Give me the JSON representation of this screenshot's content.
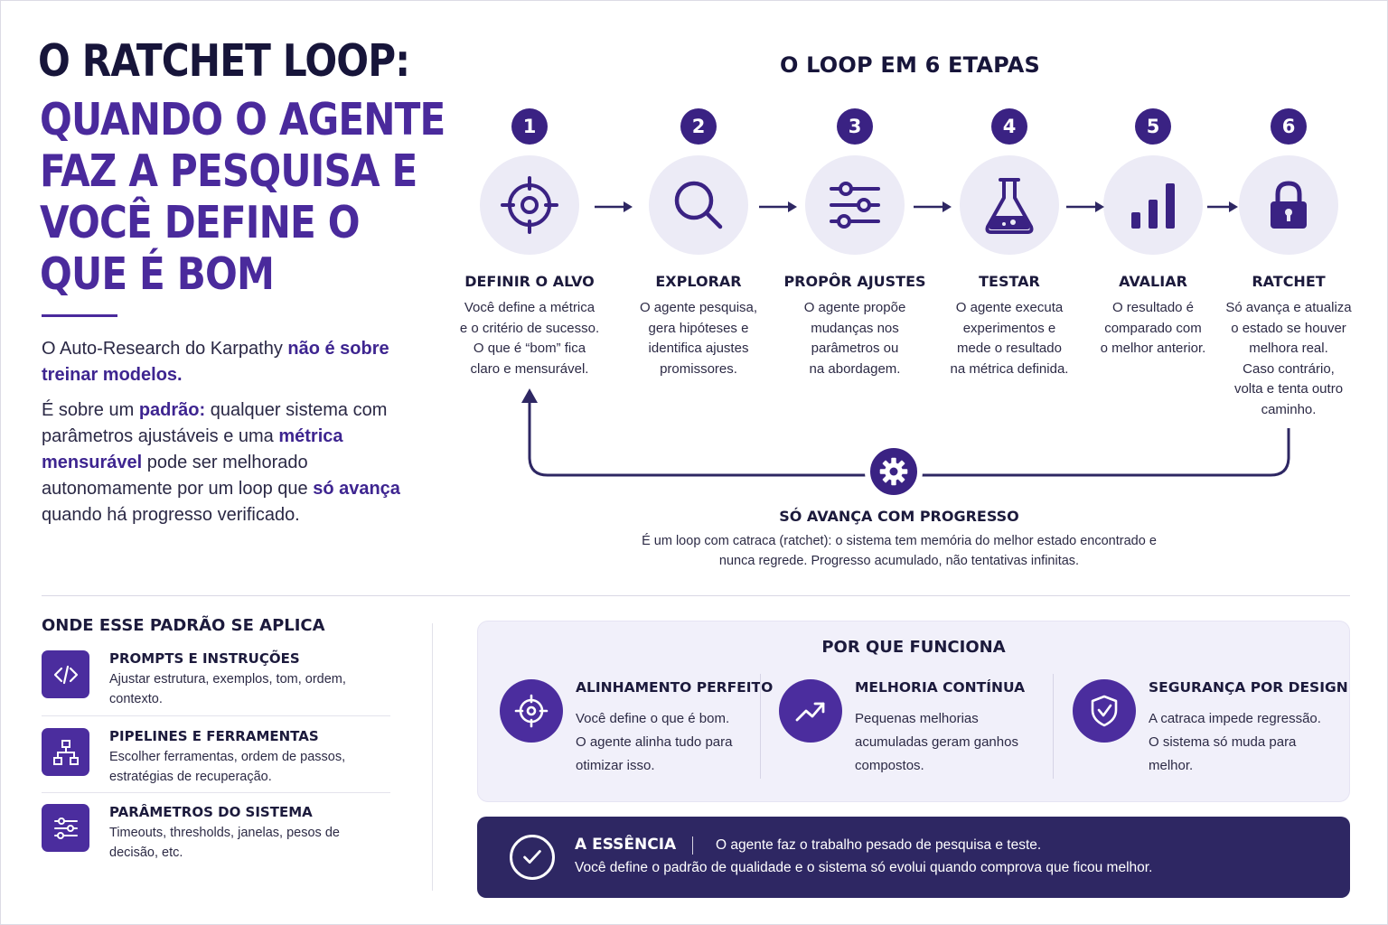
{
  "title": {
    "main": "O RATCHET LOOP:",
    "sub_lines": [
      "QUANDO O AGENTE",
      "FAZ A PESQUISA E",
      "VOCÊ DEFINE O",
      "QUE É BOM"
    ]
  },
  "intro": {
    "p1_a": "O Auto-Research do Karpathy ",
    "p1_b": "não é sobre treinar modelos.",
    "p2_a": "É sobre um ",
    "p2_b": "padrão:",
    "p2_c": " qualquer sistema com parâmetros ajustáveis e uma ",
    "p2_d": "métrica mensurável",
    "p2_e": " pode ser melhorado autonomamente por um loop que ",
    "p2_f": "só avança",
    "p2_g": " quando há progresso verificado."
  },
  "loop": {
    "title": "O LOOP EM 6 ETAPAS",
    "steps": [
      {
        "num": "1",
        "name": "DEFINIR O ALVO",
        "icon": "target-icon",
        "desc": "Você define a métrica\ne o critério de sucesso.\nO que é “bom” fica\nclaro e mensurável."
      },
      {
        "num": "2",
        "name": "EXPLORAR",
        "icon": "search-icon",
        "desc": "O agente pesquisa,\ngera hipóteses e\nidentifica ajustes\npromissores."
      },
      {
        "num": "3",
        "name": "PROPÔR AJUSTES",
        "icon": "sliders-icon",
        "desc": "O agente propõe\nmudanças nos\nparâmetros ou\nna abordagem."
      },
      {
        "num": "4",
        "name": "TESTAR",
        "icon": "flask-icon",
        "desc": "O agente executa\nexperimentos e\nmede o resultado\nna métrica definida."
      },
      {
        "num": "5",
        "name": "AVALIAR",
        "icon": "bar-chart-icon",
        "desc": "O resultado é\ncomparado com\no melhor anterior."
      },
      {
        "num": "6",
        "name": "RATCHET",
        "icon": "lock-icon",
        "desc": "Só avança e atualiza\no estado se houver\nmelhora real.\nCaso contrário,\nvolta e tenta outro\ncaminho."
      }
    ],
    "progress_title": "SÓ AVANÇA COM PROGRESSO",
    "progress_desc": "É um loop com catraca (ratchet): o sistema tem memória do melhor estado encontrado e nunca regrede. Progresso acumulado, não tentativas infinitas."
  },
  "applications": {
    "title": "ONDE ESSE PADRÃO SE APLICA",
    "items": [
      {
        "name": "PROMPTS E INSTRUÇÕES",
        "desc": "Ajustar estrutura, exemplos, tom, ordem, contexto.",
        "icon": "code-icon"
      },
      {
        "name": "PIPELINES E FERRAMENTAS",
        "desc": "Escolher ferramentas, ordem de passos, estratégias de recuperação.",
        "icon": "workflow-icon"
      },
      {
        "name": "PARÂMETROS DO SISTEMA",
        "desc": "Timeouts, thresholds, janelas, pesos de decisão, etc.",
        "icon": "sliders-icon"
      }
    ]
  },
  "why": {
    "title": "POR QUE FUNCIONA",
    "items": [
      {
        "name": "ALINHAMENTO PERFEITO",
        "desc": "Você define o que é bom.\nO agente alinha tudo para\notimizar isso.",
        "icon": "target-icon"
      },
      {
        "name": "MELHORIA CONTÍNUA",
        "desc": "Pequenas melhorias\nacumuladas geram ganhos\ncompostos.",
        "icon": "trend-up-icon"
      },
      {
        "name": "SEGURANÇA POR DESIGN",
        "desc": "A catraca impede regressão.\nO sistema só muda para\nmelhor.",
        "icon": "shield-icon"
      }
    ]
  },
  "essence": {
    "label": "A ESSÊNCIA",
    "line1": "O agente faz o trabalho pesado de pesquisa e teste.",
    "line2": "Você define o padrão de qualidade e o sistema só evolui quando comprova que ficou melhor.",
    "icon": "check-circle-icon"
  },
  "colors": {
    "primary": "#3a2283",
    "accent": "#4b2d9e",
    "dark": "#17153a",
    "essence_bg": "#2e2763",
    "soft_bg": "#f1f0fa",
    "circle_bg": "#ecebf6"
  }
}
